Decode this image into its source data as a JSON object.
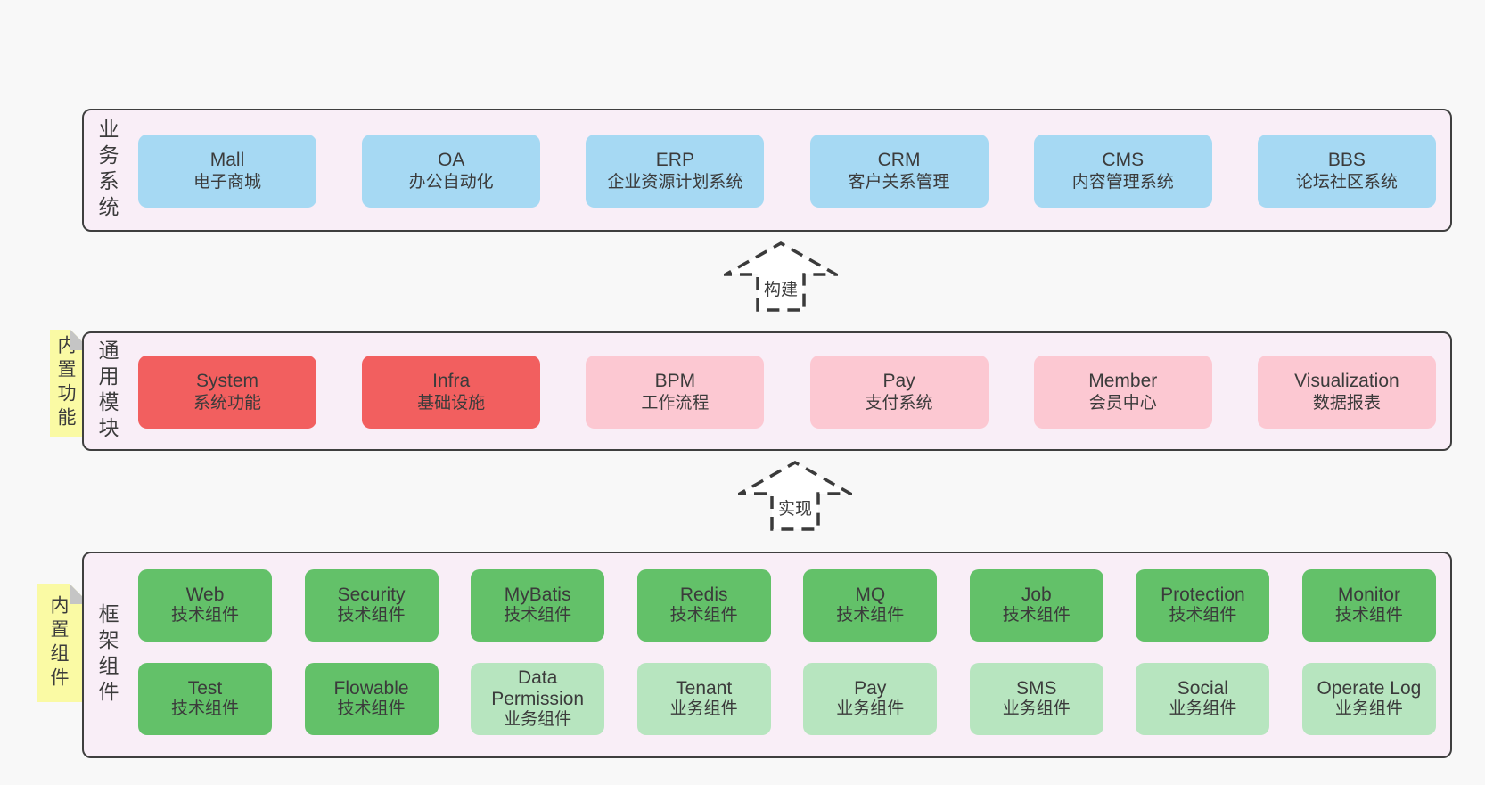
{
  "colors": {
    "page_bg": "#f8f8f8",
    "panel_bg": "#f9eef7",
    "panel_border": "#3f3f3f",
    "blue": "#a6d9f3",
    "red": "#f25f5f",
    "pink": "#fcc8d2",
    "green_dark": "#63c169",
    "green_light": "#b7e5bf",
    "sticky_yellow": "#fafaa4",
    "fold_gray": "#c5c5c5",
    "text": "#3b3b3b"
  },
  "panels": {
    "business": {
      "label": "业务系统",
      "boxes": [
        {
          "en": "Mall",
          "zh": "电子商城",
          "variant": "blue"
        },
        {
          "en": "OA",
          "zh": "办公自动化",
          "variant": "blue"
        },
        {
          "en": "ERP",
          "zh": "企业资源计划系统",
          "variant": "blue"
        },
        {
          "en": "CRM",
          "zh": "客户关系管理",
          "variant": "blue"
        },
        {
          "en": "CMS",
          "zh": "内容管理系统",
          "variant": "blue"
        },
        {
          "en": "BBS",
          "zh": "论坛社区系统",
          "variant": "blue"
        }
      ]
    },
    "modules": {
      "sticky": "内置功能",
      "label": "通用模块",
      "boxes": [
        {
          "en": "System",
          "zh": "系统功能",
          "variant": "red"
        },
        {
          "en": "Infra",
          "zh": "基础设施",
          "variant": "red"
        },
        {
          "en": "BPM",
          "zh": "工作流程",
          "variant": "pink"
        },
        {
          "en": "Pay",
          "zh": "支付系统",
          "variant": "pink"
        },
        {
          "en": "Member",
          "zh": "会员中心",
          "variant": "pink"
        },
        {
          "en": "Visualization",
          "zh": "数据报表",
          "variant": "pink"
        }
      ]
    },
    "framework": {
      "sticky": "内置组件",
      "label": "框架组件",
      "row1": [
        {
          "en": "Web",
          "zh": "技术组件",
          "variant": "green_dark"
        },
        {
          "en": "Security",
          "zh": "技术组件",
          "variant": "green_dark"
        },
        {
          "en": "MyBatis",
          "zh": "技术组件",
          "variant": "green_dark"
        },
        {
          "en": "Redis",
          "zh": "技术组件",
          "variant": "green_dark"
        },
        {
          "en": "MQ",
          "zh": "技术组件",
          "variant": "green_dark"
        },
        {
          "en": "Job",
          "zh": "技术组件",
          "variant": "green_dark"
        },
        {
          "en": "Protection",
          "zh": "技术组件",
          "variant": "green_dark"
        },
        {
          "en": "Monitor",
          "zh": "技术组件",
          "variant": "green_dark"
        }
      ],
      "row2": [
        {
          "en": "Test",
          "zh": "技术组件",
          "variant": "green_dark"
        },
        {
          "en": "Flowable",
          "zh": "技术组件",
          "variant": "green_dark"
        },
        {
          "en": "Data Permission",
          "zh": "业务组件",
          "variant": "green_light"
        },
        {
          "en": "Tenant",
          "zh": "业务组件",
          "variant": "green_light"
        },
        {
          "en": "Pay",
          "zh": "业务组件",
          "variant": "green_light"
        },
        {
          "en": "SMS",
          "zh": "业务组件",
          "variant": "green_light"
        },
        {
          "en": "Social",
          "zh": "业务组件",
          "variant": "green_light"
        },
        {
          "en": "Operate Log",
          "zh": "业务组件",
          "variant": "green_light"
        }
      ]
    }
  },
  "arrows": {
    "build": {
      "label": "构建"
    },
    "implement": {
      "label": "实现"
    }
  }
}
